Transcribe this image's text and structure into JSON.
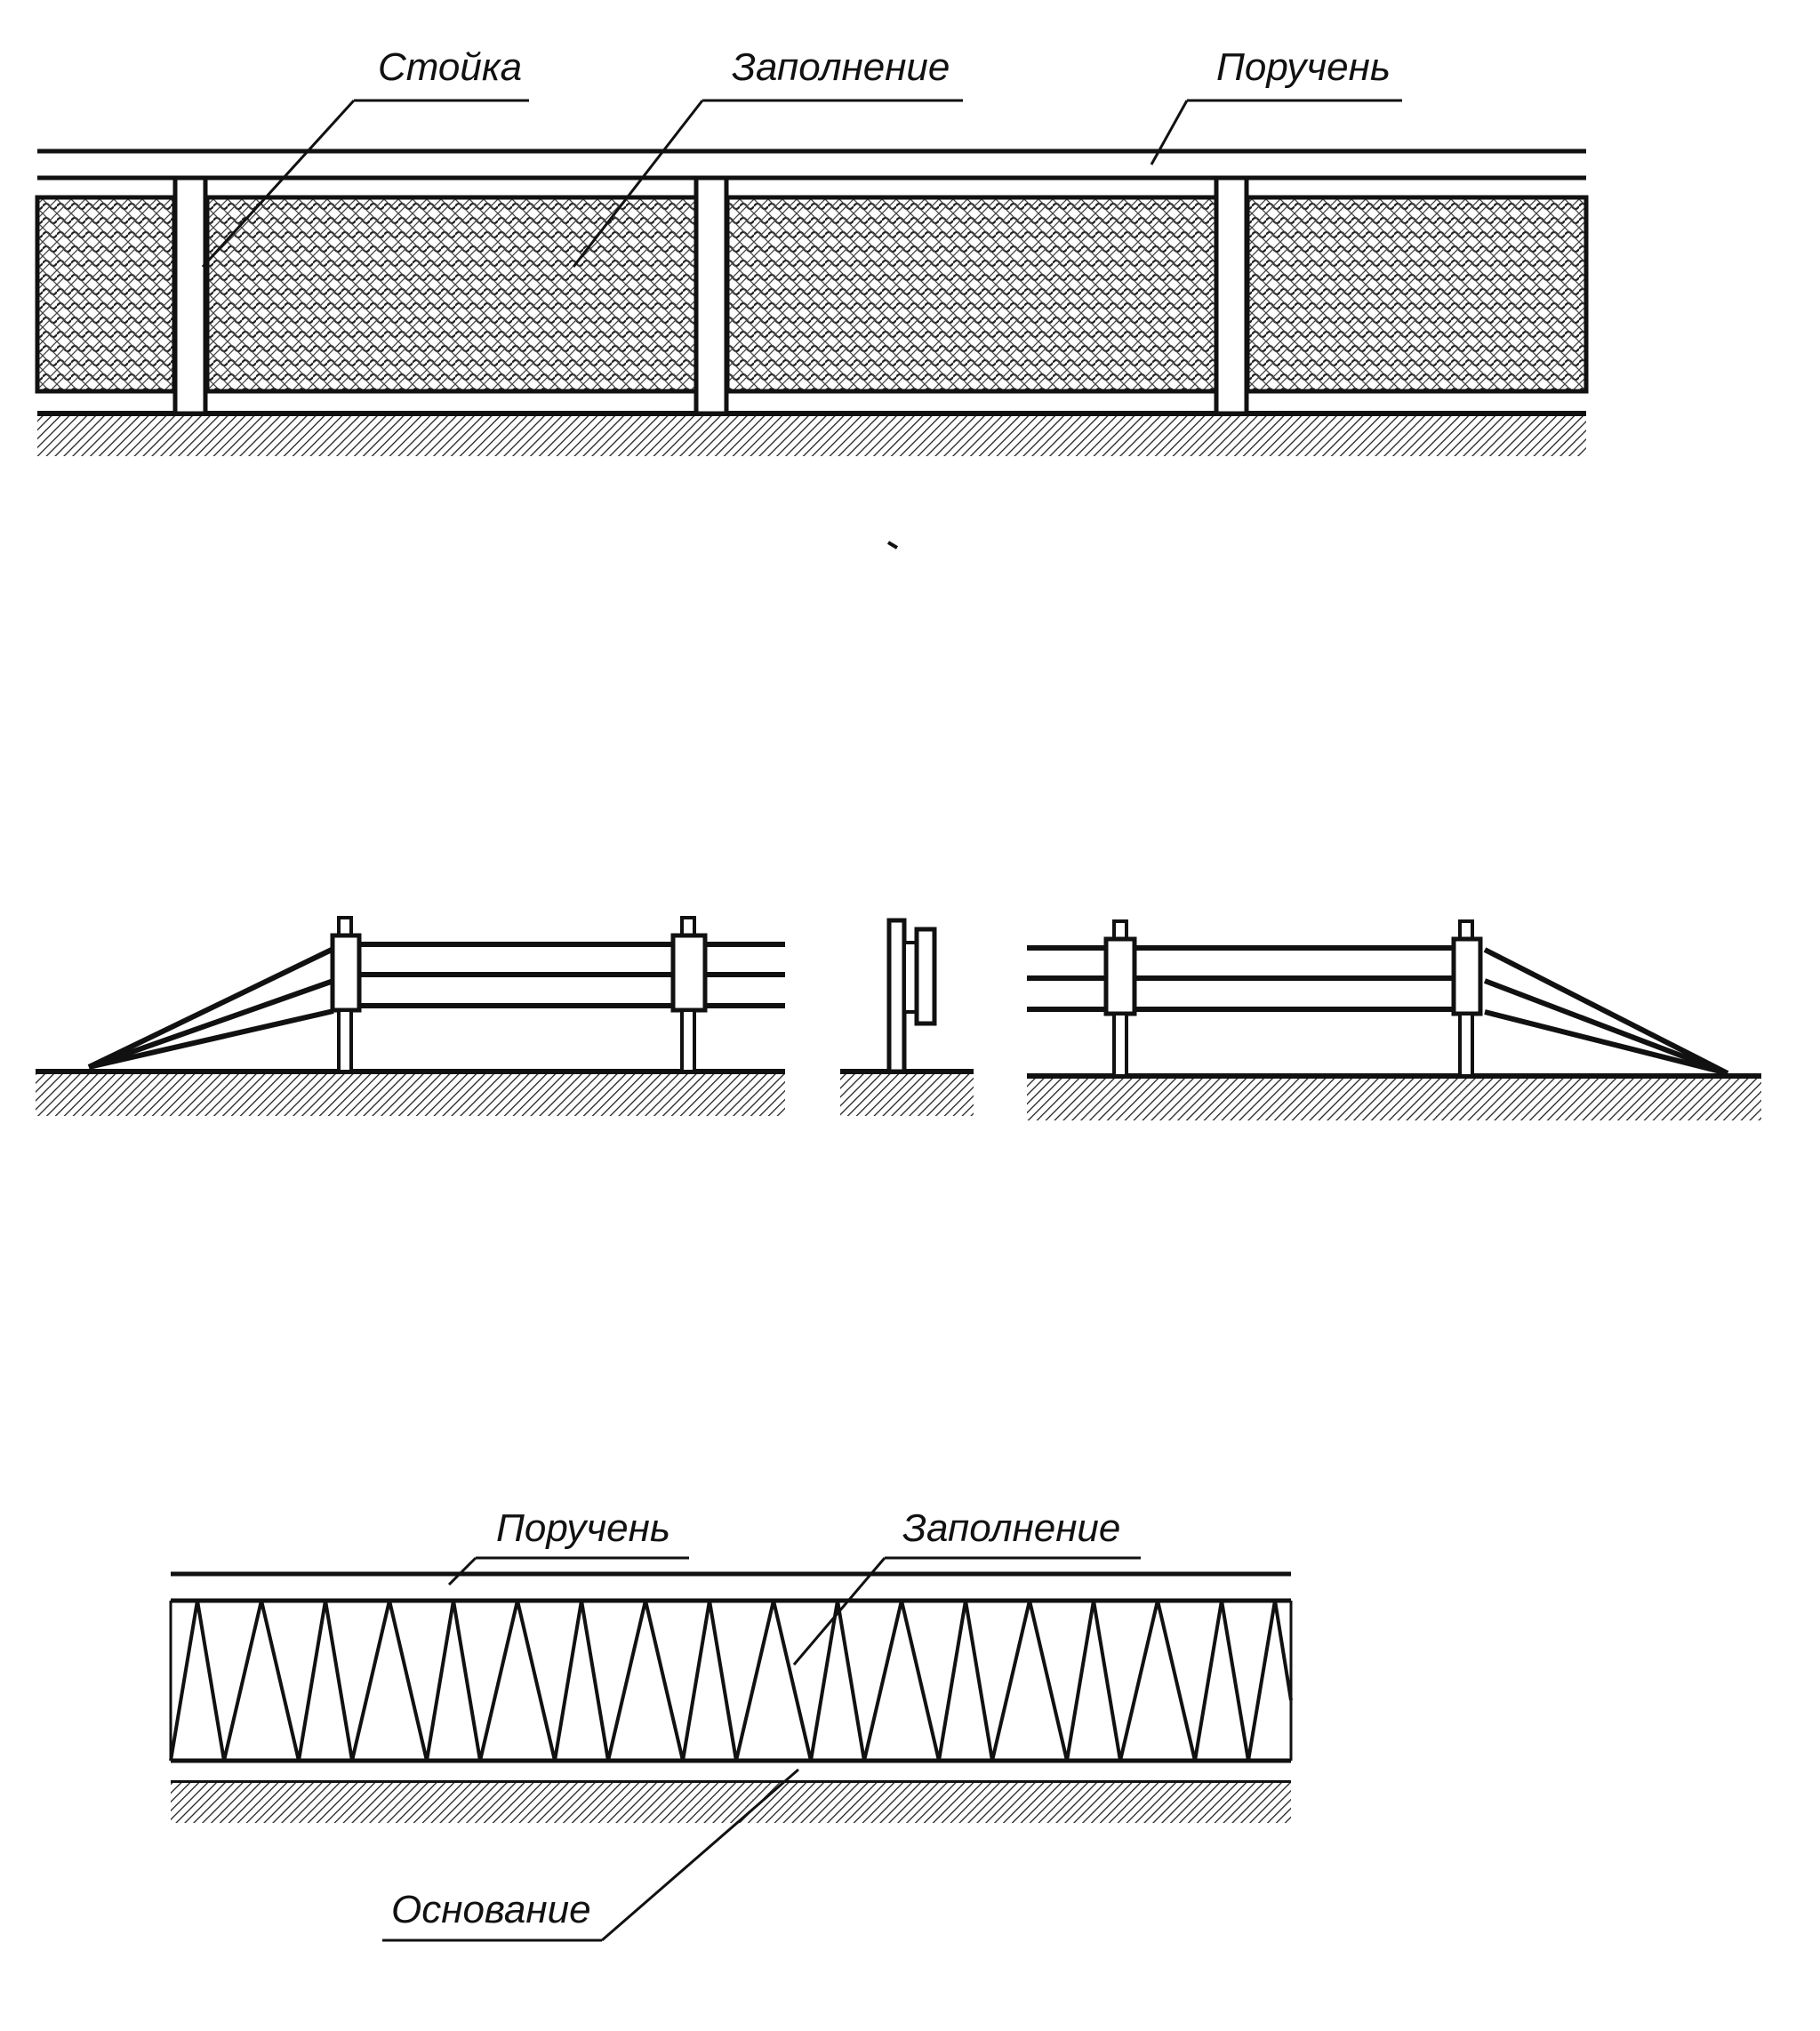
{
  "top_diagram": {
    "labels": {
      "post": "Стойка",
      "infill": "Заполнение",
      "handrail": "Поручень"
    }
  },
  "bottom_diagram": {
    "labels": {
      "handrail": "Поручень",
      "infill": "Заполнение",
      "base": "Основание"
    }
  }
}
